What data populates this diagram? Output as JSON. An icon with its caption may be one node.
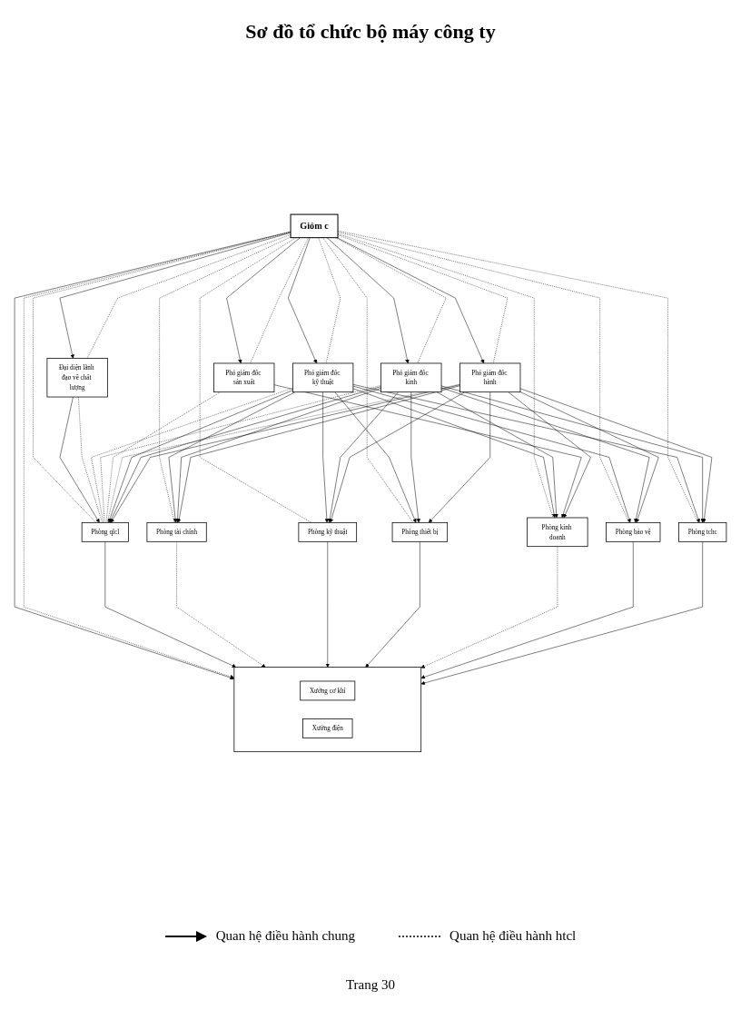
{
  "diagram": {
    "title": "Sơ đồ tổ chức bộ máy công ty",
    "nodes": [
      {
        "text": [
          "Giỏm c"
        ]
      },
      {
        "text": [
          "Đại diện lãnh đạo về chất lượng"
        ]
      },
      {
        "text": [
          "Phó giám đốc kỹ thuật"
        ]
      },
      {
        "text": [
          "Phó giám đốc kinh"
        ]
      },
      {
        "text": [
          "Phó giám đốc sản xuất"
        ]
      },
      {
        "text": [
          "Phó giám đốc hành"
        ]
      },
      {
        "text": [
          "Phòng qlcl"
        ]
      },
      {
        "text": [
          "Phòng tài chính"
        ]
      },
      {
        "text": [
          "Phòng kỹ thuật"
        ]
      },
      {
        "text": [
          "Phòng thiết bị"
        ]
      },
      {
        "text": [
          "Phòng kinh doanh"
        ]
      },
      {
        "text": [
          "Phòng bảo vệ"
        ]
      },
      {
        "text": [
          "Phòng tchc"
        ]
      },
      {
        "text": [],
        "shape": "box"
      },
      {
        "text": [
          "Xưởng cơ khí"
        ],
        "in": 13
      },
      {
        "text": [
          "Xưởng điện"
        ],
        "in": 13
      }
    ],
    "edges": [
      {
        "from": 0,
        "to": 1,
        "arrow": "to"
      },
      {
        "from": 0,
        "to": 2,
        "arrow": "to"
      },
      {
        "from": 0,
        "to": 3,
        "arrow": "to"
      },
      {
        "from": 0,
        "to": 4,
        "arrow": "to"
      },
      {
        "from": 0,
        "to": 5,
        "arrow": "to"
      },
      {
        "from": 0,
        "to": 13,
        "arrow": "to"
      },
      {
        "from": 0,
        "to": 13,
        "arrow": "to",
        "style": "dashed"
      },
      {
        "from": 0,
        "to": 1,
        "arrow": "none",
        "style": "dashed"
      },
      {
        "from": 0,
        "to": 2,
        "arrow": "none",
        "style": "dashed"
      },
      {
        "from": 0,
        "to": 3,
        "arrow": "none",
        "style": "dashed"
      },
      {
        "from": 0,
        "to": 4,
        "arrow": "none",
        "style": "dashed"
      },
      {
        "from": 0,
        "to": 5,
        "arrow": "none",
        "style": "dashed"
      },
      {
        "from": 0,
        "to": 6,
        "arrow": "none",
        "style": "dashed"
      },
      {
        "from": 0,
        "to": 7,
        "arrow": "none",
        "style": "dashed"
      },
      {
        "from": 0,
        "to": 8,
        "arrow": "none",
        "style": "dashed"
      },
      {
        "from": 0,
        "to": 9,
        "arrow": "none",
        "style": "dashed"
      },
      {
        "from": 0,
        "to": 10,
        "arrow": "none",
        "style": "dashed"
      },
      {
        "from": 0,
        "to": 11,
        "arrow": "none",
        "style": "dashed"
      },
      {
        "from": 0,
        "to": 12,
        "arrow": "none",
        "style": "dashed"
      },
      {
        "from": 1,
        "to": 6,
        "arrow": "to"
      },
      {
        "from": 1,
        "to": 6,
        "arrow": "none",
        "style": "dashed"
      },
      {
        "from": 2,
        "to": 6,
        "arrow": "none",
        "style": "dashed"
      },
      {
        "from": 3,
        "to": 6,
        "arrow": "none",
        "style": "dashed"
      },
      {
        "from": 4,
        "to": 6,
        "arrow": "none",
        "style": "dashed"
      },
      {
        "from": 5,
        "to": 6,
        "arrow": "none",
        "style": "dashed"
      },
      {
        "from": 2,
        "to": 6,
        "arrow": "to"
      },
      {
        "from": 2,
        "to": 7,
        "arrow": "to"
      },
      {
        "from": 2,
        "to": 8,
        "arrow": "to"
      },
      {
        "from": 2,
        "to": 9,
        "arrow": "to"
      },
      {
        "from": 2,
        "to": 10,
        "arrow": "to"
      },
      {
        "from": 2,
        "to": 11,
        "arrow": "to"
      },
      {
        "from": 2,
        "to": 12,
        "arrow": "to"
      },
      {
        "from": 3,
        "to": 6,
        "arrow": "to"
      },
      {
        "from": 3,
        "to": 7,
        "arrow": "to"
      },
      {
        "from": 3,
        "to": 8,
        "arrow": "to"
      },
      {
        "from": 3,
        "to": 9,
        "arrow": "to"
      },
      {
        "from": 3,
        "to": 10,
        "arrow": "to"
      },
      {
        "from": 3,
        "to": 11,
        "arrow": "to"
      },
      {
        "from": 3,
        "to": 12,
        "arrow": "to"
      },
      {
        "from": 4,
        "to": 10,
        "arrow": "to"
      },
      {
        "from": 5,
        "to": 6,
        "arrow": "to"
      },
      {
        "from": 5,
        "to": 7,
        "arrow": "to"
      },
      {
        "from": 5,
        "to": 8,
        "arrow": "to"
      },
      {
        "from": 5,
        "to": 9,
        "arrow": "to"
      },
      {
        "from": 5,
        "to": 10,
        "arrow": "to"
      },
      {
        "from": 5,
        "to": 11,
        "arrow": "to"
      },
      {
        "from": 5,
        "to": 12,
        "arrow": "to"
      },
      {
        "from": 6,
        "to": 13,
        "arrow": "to"
      },
      {
        "from": 7,
        "to": 13,
        "arrow": "to",
        "style": "dashed"
      },
      {
        "from": 8,
        "to": 13,
        "arrow": "to"
      },
      {
        "from": 9,
        "to": 13,
        "arrow": "to"
      },
      {
        "from": 10,
        "to": 13,
        "arrow": "to",
        "style": "dashed"
      },
      {
        "from": 11,
        "to": 13,
        "arrow": "to"
      },
      {
        "from": 12,
        "to": 13,
        "arrow": "to"
      }
    ],
    "labels": [
      "Trang 30"
    ],
    "legend": [
      {
        "text": "Quan hệ điều hành chung"
      },
      {
        "text": "Quan hệ điều hành htcl"
      }
    ]
  }
}
